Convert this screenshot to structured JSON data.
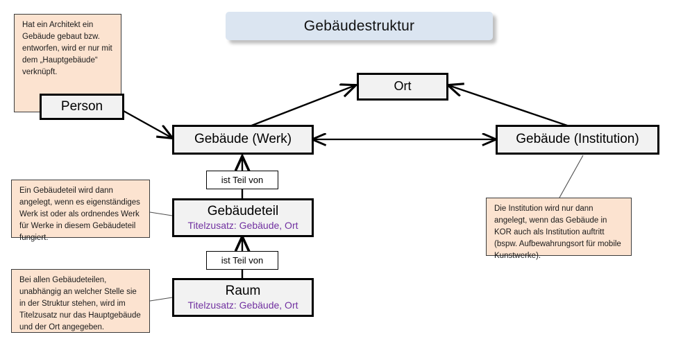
{
  "title": {
    "text": "Gebäudestruktur",
    "background": "#dbe5f1"
  },
  "colors": {
    "entity_fill": "#f2f2f2",
    "entity_border": "#000000",
    "note_fill": "#fce3d0",
    "note_border": "#3a3a3a",
    "subtitle": "#7030a0",
    "title_banner": "#dbe5f1",
    "edge": "#000000"
  },
  "entities": {
    "person": {
      "label": "Person"
    },
    "ort": {
      "label": "Ort"
    },
    "gebaeude_werk": {
      "label": "Gebäude (Werk)"
    },
    "gebaeude_institution": {
      "label": "Gebäude (Institution)"
    },
    "gebaeudeteil": {
      "label": "Gebäudeteil",
      "subtitle": "Titelzusatz: Gebäude, Ort"
    },
    "raum": {
      "label": "Raum",
      "subtitle": "Titelzusatz: Gebäude, Ort"
    }
  },
  "relationship_labels": {
    "teil_von_oben": "ist Teil von",
    "teil_von_unten": "ist Teil von"
  },
  "notes": {
    "person_note": "Hat ein Architekt ein Gebäude gebaut bzw. entworfen, wird er nur mit dem „Hauptgebäude“ verknüpft.",
    "gebaeudeteil_note": "Ein Gebäudeteil wird dann angelegt, wenn es eigenständiges Werk ist oder als ordnendes Werk für Werke in diesem  Gebäudeteil fungiert.",
    "raum_note": "Bei allen Gebäudeteilen, unabhängig an welcher Stelle sie in der Struktur stehen, wird im Titelzusatz nur das Hauptgebäude und der Ort angegeben.",
    "institution_note": "Die Institution wird nur dann angelegt, wenn das Gebäude in KOR auch als Institution auftritt (bspw. Aufbewahrungsort für mobile Kunstwerke)."
  }
}
